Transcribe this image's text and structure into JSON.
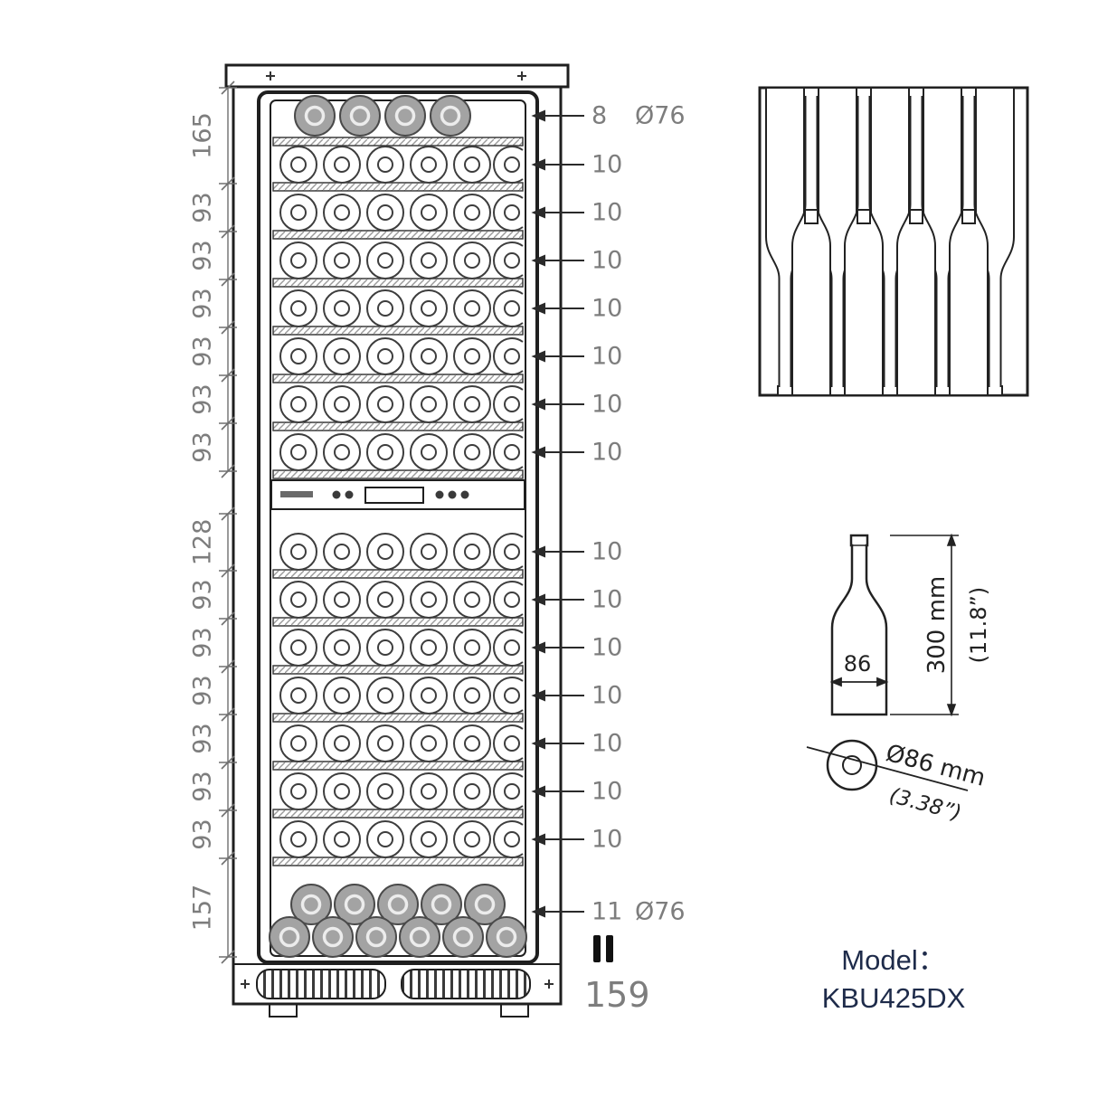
{
  "model": {
    "label": "Model：",
    "value": "KBU425DX"
  },
  "main_view": {
    "left_dimensions": [
      "165",
      "93",
      "93",
      "93",
      "93",
      "93",
      "93",
      "128",
      "93",
      "93",
      "93",
      "93",
      "93",
      "93",
      "157"
    ],
    "right_labels": {
      "top_first_count": "8",
      "top_first_dia": "Ø76",
      "top_rows": [
        "10",
        "10",
        "10",
        "10",
        "10",
        "10",
        "10"
      ],
      "bottom_rows": [
        "10",
        "10",
        "10",
        "10",
        "10",
        "10",
        "10"
      ],
      "bottom_last_count": "11",
      "bottom_last_dia": "Ø76",
      "total": "159"
    }
  },
  "bottle_detail": {
    "height": "300 mm",
    "height_in": "(11.8”)",
    "body_width": "86",
    "diameter": "Ø86 mm",
    "diameter_in": "(3.38”)"
  },
  "colors": {
    "line": "#1f1f1f",
    "dimension_text": "#7d7d7d",
    "model_text": "#1e2b4a",
    "bottle_fill": "#a3a3a3"
  }
}
